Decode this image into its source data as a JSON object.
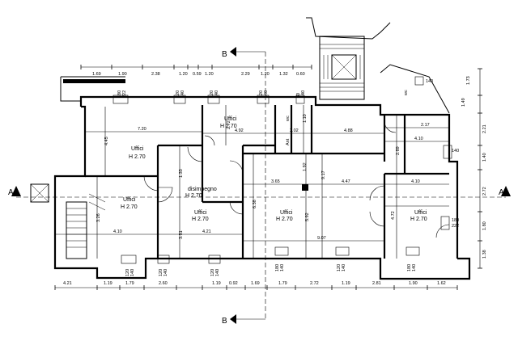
{
  "title": "",
  "section_markers": {
    "a_left": "A",
    "a_right": "A",
    "b_top": "B",
    "b_bottom": "B"
  },
  "rooms": [
    {
      "name": "Uffici",
      "height": "H 2.70"
    },
    {
      "name": "Uffici",
      "height": "H 2.70"
    },
    {
      "name": "Uffici",
      "height": "H 2.70"
    },
    {
      "name": "disimpegno",
      "height": "H 2.70"
    },
    {
      "name": "Uffici",
      "height": "H 2.70"
    },
    {
      "name": "Uffici",
      "height": "H 2.70"
    },
    {
      "name": "Uffici",
      "height": "H 2.70"
    }
  ],
  "small_labels": {
    "wc1": "wc",
    "wc2": "wc",
    "antiwc": "Ant"
  },
  "top_dims": [
    "1.69",
    "1.90",
    "2.38",
    "1.20",
    "0.59",
    "1.20",
    "2.29",
    "1.20",
    "1.32",
    "0.60"
  ],
  "bottom_dims": [
    "4.21",
    "1.19",
    "1.79",
    "2.60",
    "1.19",
    "0.92",
    "1.69",
    "1.79",
    "2.72",
    "1.19",
    "2.81",
    "1.90",
    "1.62"
  ],
  "right_dims": [
    "1.49",
    "1.73",
    "2.21",
    "1.40",
    "2.72",
    "1.80",
    "1.38"
  ],
  "inner_dims": [
    "7.20",
    "4.45",
    "4.92",
    "2.72",
    "2.02",
    "1.10",
    "4.88",
    "2.17",
    "4.10",
    "2.89",
    "1.33",
    "1.92",
    "3.65",
    "9.17",
    "4.47",
    "4.10",
    "6.38",
    "5.92",
    "4.72",
    "3.26",
    "4.10",
    "3.51",
    "4.21",
    "9.07"
  ],
  "windows": [
    "180",
    "222",
    "120",
    "140",
    "120",
    "140",
    "120",
    "140",
    "60",
    "140",
    "120",
    "140",
    "120",
    "140",
    "120",
    "140",
    "180",
    "140",
    "120",
    "140",
    "180",
    "140",
    "180",
    "222",
    "140",
    "140"
  ]
}
